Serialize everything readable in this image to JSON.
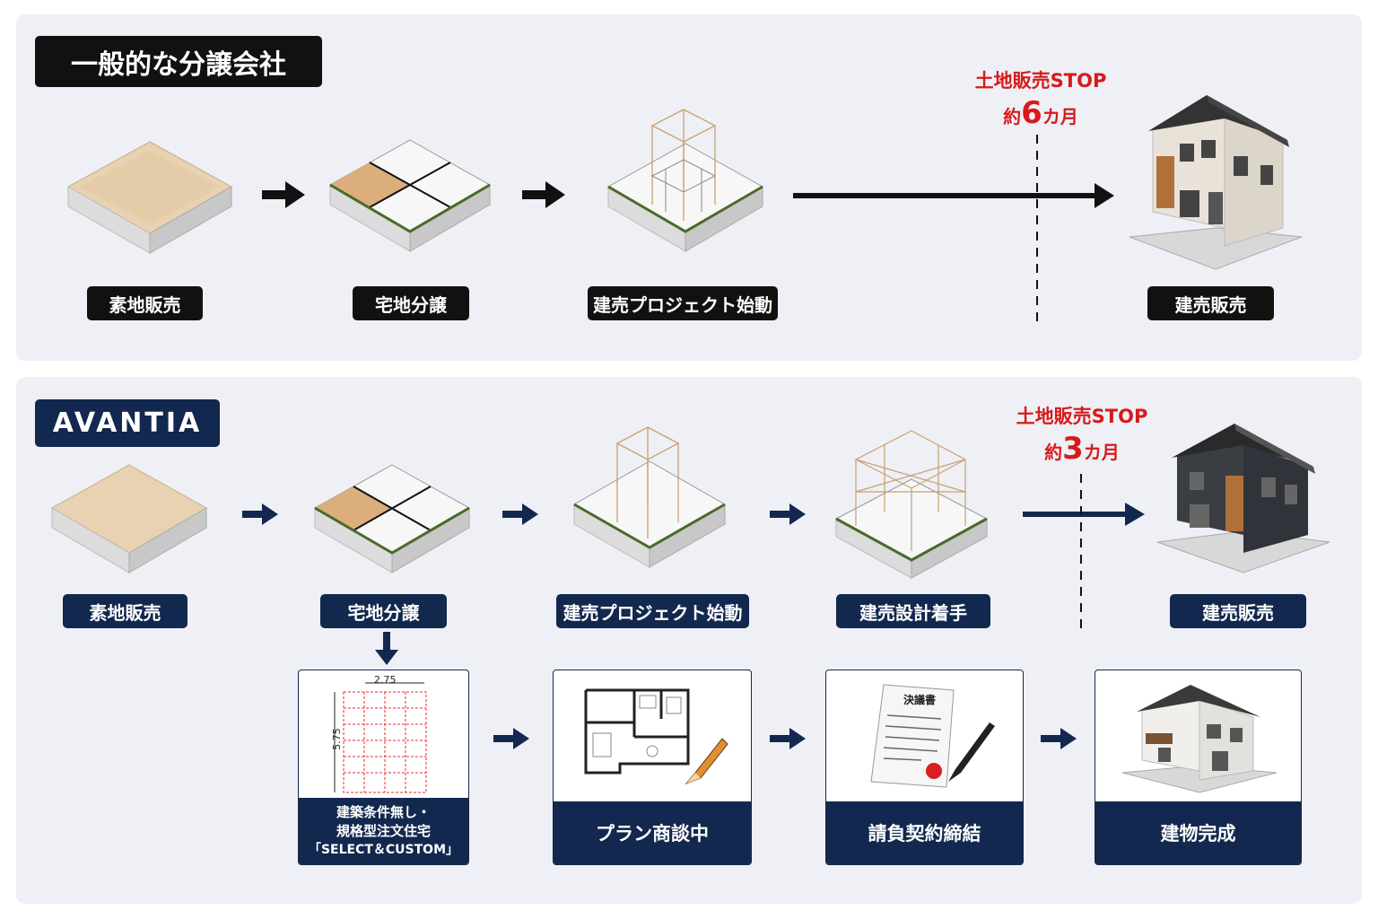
{
  "top": {
    "title": "一般的な分譲会社",
    "steps": [
      "素地販売",
      "宅地分譲",
      "建売プロジェクト始動",
      "建売販売"
    ],
    "stop_label": "土地販売STOP",
    "stop_prefix": "約",
    "stop_number": "6",
    "stop_suffix": "カ月"
  },
  "bottom": {
    "title": "AVANTIA",
    "steps": [
      "素地販売",
      "宅地分譲",
      "建売プロジェクト始動",
      "建売設計着手",
      "建売販売"
    ],
    "stop_label": "土地販売STOP",
    "stop_prefix": "約",
    "stop_number": "3",
    "stop_suffix": "カ月"
  },
  "cards": [
    {
      "lines": [
        "建築条件無し・",
        "規格型注文住宅",
        "「SELECT＆CUSTOM」"
      ],
      "dim_top": "2.75",
      "dim_left": "5.75"
    },
    {
      "lines": [
        "プラン商談中"
      ]
    },
    {
      "lines": [
        "請負契約締結"
      ],
      "doc_title": "決議書"
    },
    {
      "lines": [
        "建物完成"
      ]
    }
  ],
  "colors": {
    "navy": "#13284e",
    "dark": "#111111",
    "red": "#d81a1a",
    "panel": "#eef0f6"
  }
}
